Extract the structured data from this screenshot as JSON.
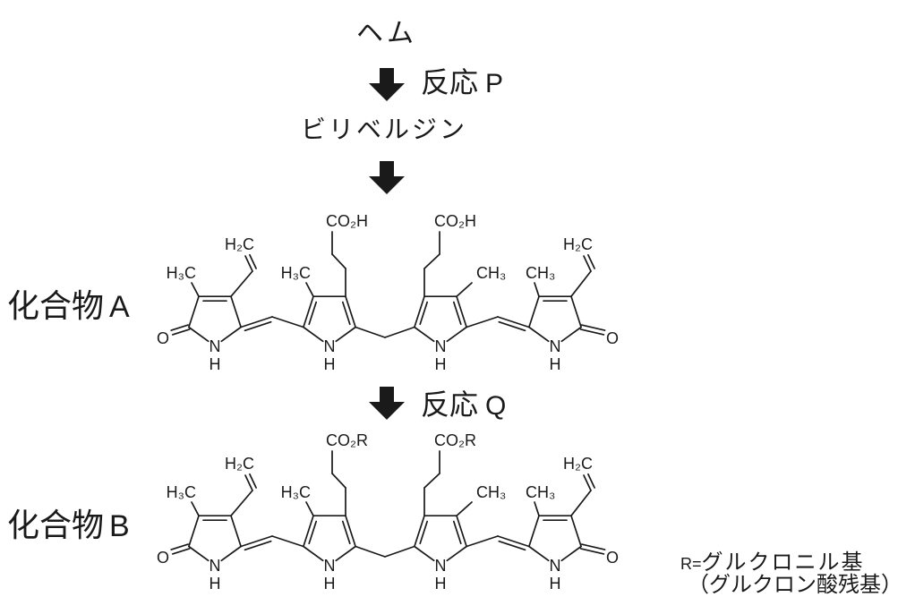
{
  "pathway": {
    "heme": "ヘム",
    "reaction_p": {
      "word": "反応",
      "letter": "P"
    },
    "biliverdin": "ビリベルジン",
    "reaction_q": {
      "word": "反応",
      "letter": "Q"
    }
  },
  "compounds": {
    "a": {
      "name_word": "化合物",
      "name_letter": "A",
      "labels": {
        "ring1_vinyl": "H₂C",
        "ring1_methyl": "H₃C",
        "ring1_oxygen": "O",
        "ring1_nitrogen": "N",
        "ring1_hydrogen": "H",
        "ring2_methyl": "H₃C",
        "ring2_side_chain": "CO₂H",
        "ring2_nitrogen": "N",
        "ring2_hydrogen": "H",
        "ring3_side_chain": "CO₂H",
        "ring3_methyl": "CH₃",
        "ring3_nitrogen": "N",
        "ring3_hydrogen": "H",
        "ring4_methyl": "CH₃",
        "ring4_vinyl": "H₂C",
        "ring4_nitrogen": "N",
        "ring4_hydrogen": "H",
        "ring4_oxygen": "O"
      }
    },
    "b": {
      "name_word": "化合物",
      "name_letter": "B",
      "labels": {
        "ring1_vinyl": "H₂C",
        "ring1_methyl": "H₃C",
        "ring1_oxygen": "O",
        "ring1_nitrogen": "N",
        "ring1_hydrogen": "H",
        "ring2_methyl": "H₃C",
        "ring2_side_chain": "CO₂R",
        "ring2_nitrogen": "N",
        "ring2_hydrogen": "H",
        "ring3_side_chain": "CO₂R",
        "ring3_methyl": "CH₃",
        "ring3_nitrogen": "N",
        "ring3_hydrogen": "H",
        "ring4_methyl": "CH₃",
        "ring4_vinyl": "H₂C",
        "ring4_nitrogen": "N",
        "ring4_hydrogen": "H",
        "ring4_oxygen": "O"
      }
    }
  },
  "r_definition": {
    "prefix": "R=",
    "group_name": "グルクロニル基",
    "alternate_name": "（グルクロン酸残基）"
  },
  "colors": {
    "ink": "#1a1a1a",
    "background": "#ffffff"
  }
}
